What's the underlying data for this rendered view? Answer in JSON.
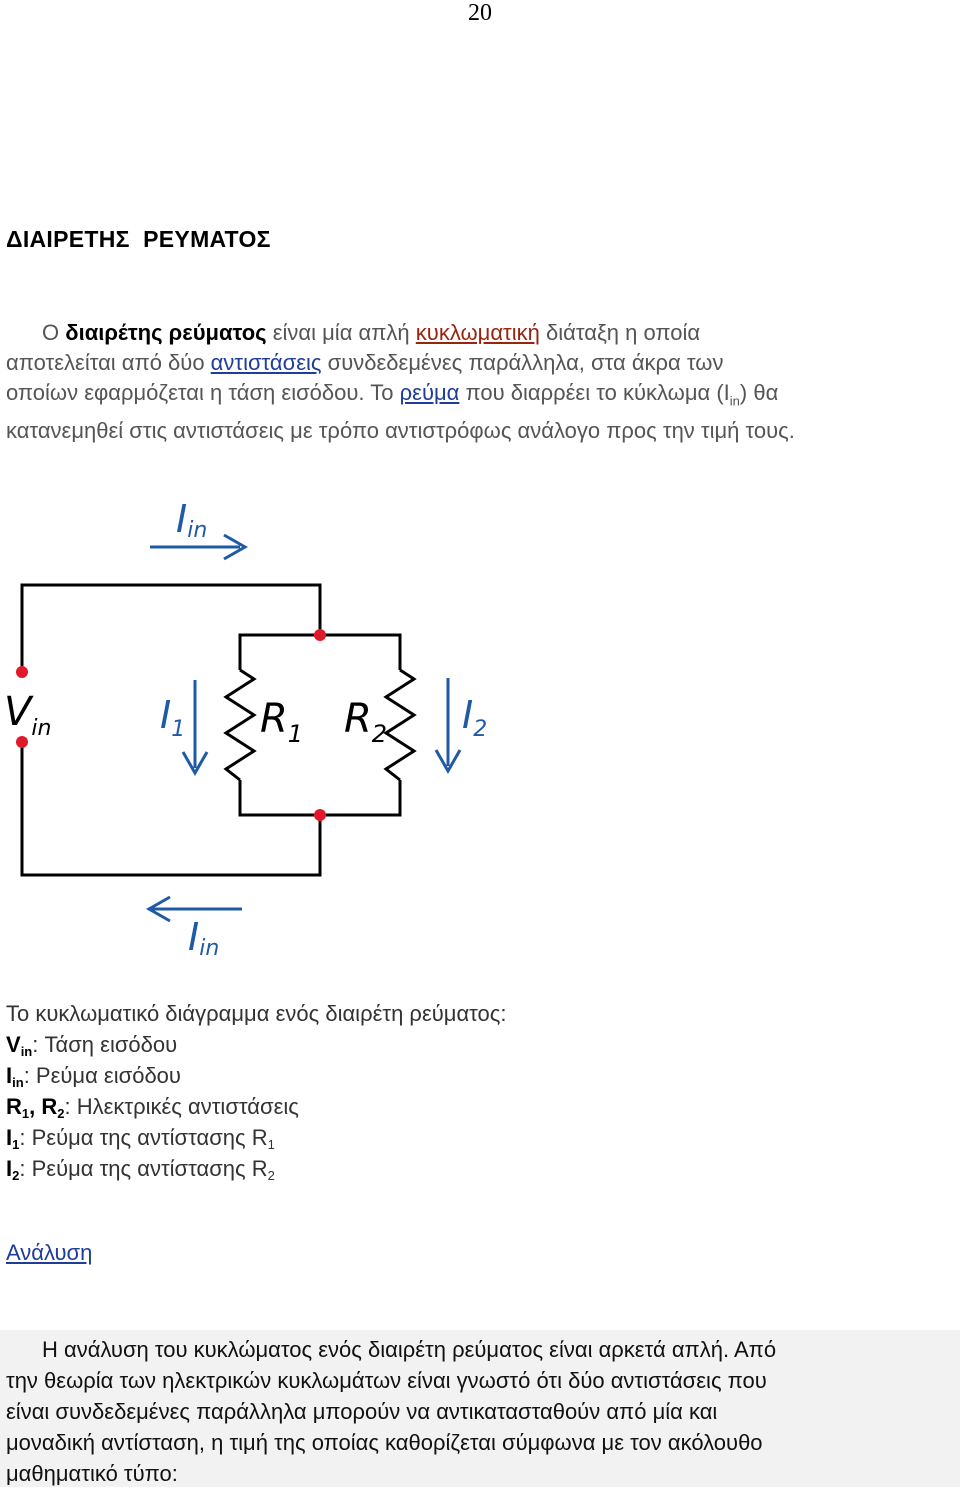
{
  "page_number": "20",
  "heading": "ΔΙΑΙΡΕΤΗΣ  ΡΕΥΜΑΤΟΣ",
  "intro": {
    "l1_pre": "Ο ",
    "l1_bold": "διαιρέτης ρεύματος",
    "l1_mid": " είναι μία απλή ",
    "l1_link": "κυκλωματική",
    "l1_post": " διάταξη η οποία",
    "l2_pre": "αποτελείται από δύο ",
    "l2_link": "αντιστάσεις",
    "l2_post": " συνδεδεμένες παράλληλα, στα άκρα των",
    "l3_pre": "οποίων εφαρμόζεται η τάση εισόδου. Το ",
    "l3_link": "ρεύμα",
    "l3_mid": " που διαρρέει το κύκλωμα (I",
    "l3_sub": "in",
    "l3_post": ") θα",
    "l4": "κατανεμηθεί στις αντιστάσεις με τρόπο αντιστρόφως ανάλογο προς την τιμή τους."
  },
  "diagram": {
    "I_in_top": "I",
    "I_in_top_sub": "in",
    "V_in": "V",
    "V_in_sub": "in",
    "I1": "I",
    "I1_sub": "1",
    "R1": "R",
    "R1_sub": "1",
    "R2": "R",
    "R2_sub": "2",
    "I2": "I",
    "I2_sub": "2",
    "I_in_bottom": "I",
    "I_in_bottom_sub": "in",
    "wire_color": "#000000",
    "accent_color": "#1f5aa6",
    "node_color": "#e0192b"
  },
  "legend": {
    "caption": "Το κυκλωματικό διάγραμμα ενός διαιρέτη ρεύματος:",
    "vin_sym": "V",
    "vin_sub": "in",
    "vin_desc": ": Τάση εισόδου",
    "iin_sym": "I",
    "iin_sub": "in",
    "iin_desc": ": Ρεύμα εισόδου",
    "r_sym1": "R",
    "r_sub1": "1",
    "r_comma": ", ",
    "r_sym2": "R",
    "r_sub2": "2",
    "r_desc": ": Ηλεκτρικές αντιστάσεις",
    "i1_sym": "I",
    "i1_sub": "1",
    "i1_desc": ": Ρεύμα της αντίστασης R",
    "i1_tail_sub": "1",
    "i2_sym": "I",
    "i2_sub": "2",
    "i2_desc": ": Ρεύμα της αντίστασης R",
    "i2_tail_sub": "2"
  },
  "analysis": {
    "link": "Ανάλυση",
    "lines": [
      "Η ανάλυση του κυκλώματος ενός διαιρέτη ρεύματος είναι αρκετά απλή. Από",
      "την θεωρία των ηλεκτρικών κυκλωμάτων είναι γνωστό ότι δύο αντιστάσεις που",
      "είναι συνδεδεμένες παράλληλα μπορούν να αντικατασταθούν από μία και",
      "μοναδική αντίσταση, η τιμή της οποίας καθορίζεται σύμφωνα με τον ακόλουθο",
      "μαθηματικό τύπο:"
    ]
  }
}
